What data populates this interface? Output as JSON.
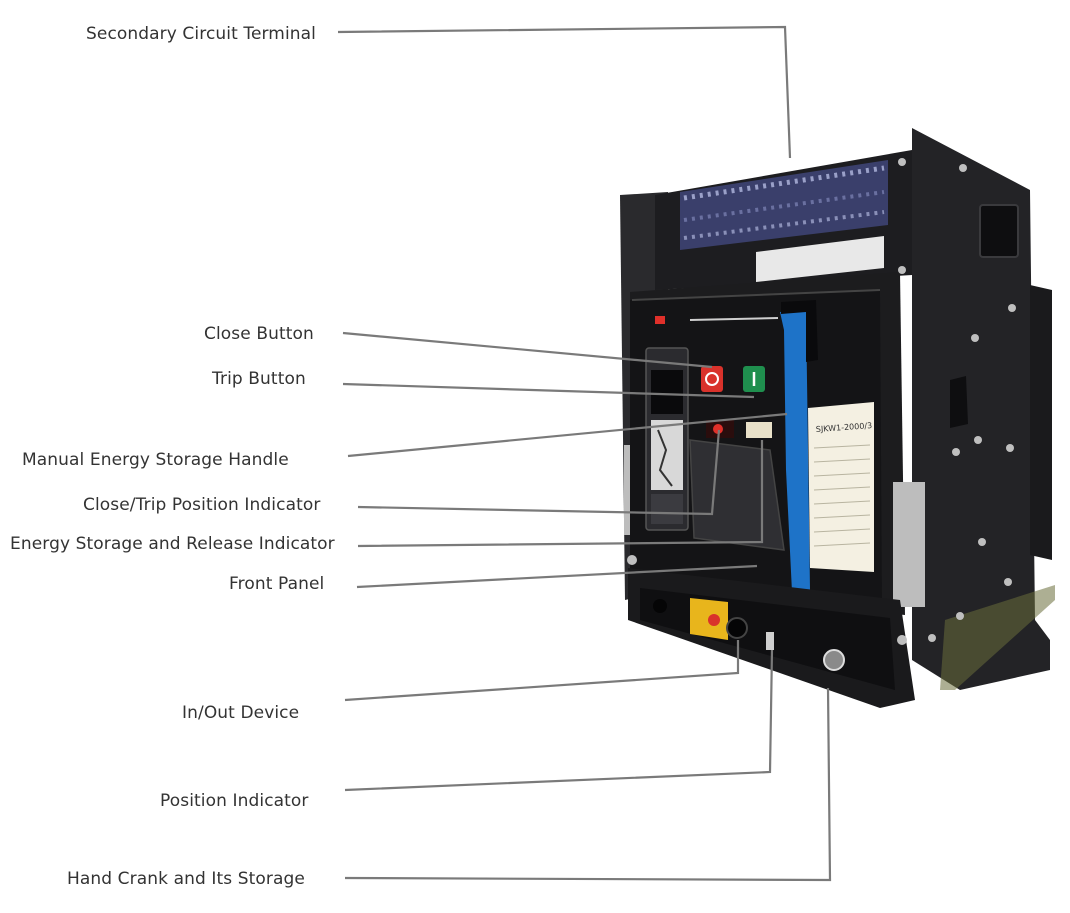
{
  "labels": {
    "secondary_circuit_terminal": "Secondary Circuit Terminal",
    "close_button": "Close Button",
    "trip_button": "Trip Button",
    "manual_energy_storage_handle": "Manual Energy Storage Handle",
    "close_trip_position_indicator": "Close/Trip Position Indicator",
    "energy_storage_release_indicator": "Energy Storage and Release Indicator",
    "front_panel": "Front Panel",
    "in_out_device": "In/Out Device",
    "position_indicator": "Position Indicator",
    "hand_crank_storage": "Hand Crank and Its Storage"
  },
  "nameplate": {
    "model": "SJKW1-2000/3"
  },
  "colors": {
    "body": "#1c1c1e",
    "panel": "#111113",
    "handle": "#1e73c8",
    "close_button": "#d9322b",
    "trip_button": "#1f8f4e",
    "terminal": "#3a3f6b",
    "warning_plate": "#e8b51c",
    "leader_line": "#7a7a7a"
  }
}
